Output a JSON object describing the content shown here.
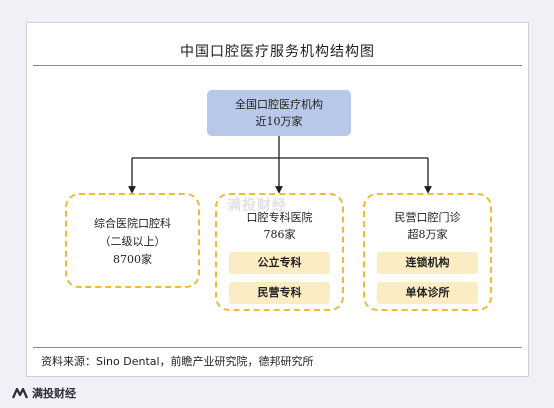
{
  "title": "中国口腔医疗服务机构结构图",
  "root": {
    "line1": "全国口腔医疗机构",
    "line2": "近10万家"
  },
  "groups": [
    {
      "line1": "综合医院口腔科",
      "line2": "（二级以上）",
      "line3": "8700家"
    },
    {
      "line1": "口腔专科医院",
      "line2": "786家",
      "subs": [
        "公立专科",
        "民营专科"
      ]
    },
    {
      "line1": "民营口腔门诊",
      "line2": "超8万家",
      "subs": [
        "连锁机构",
        "单体诊所"
      ]
    }
  ],
  "source": {
    "prefix": "资料来源：",
    "latin": "Sino Dental",
    "rest": "，前瞻产业研究院，德邦研究所"
  },
  "watermark": "满投财经",
  "logo": "满投财经",
  "colors": {
    "root_fill": "#b8c8e8",
    "dash_border": "#f2b935",
    "sub_fill": "#fbecc4"
  }
}
